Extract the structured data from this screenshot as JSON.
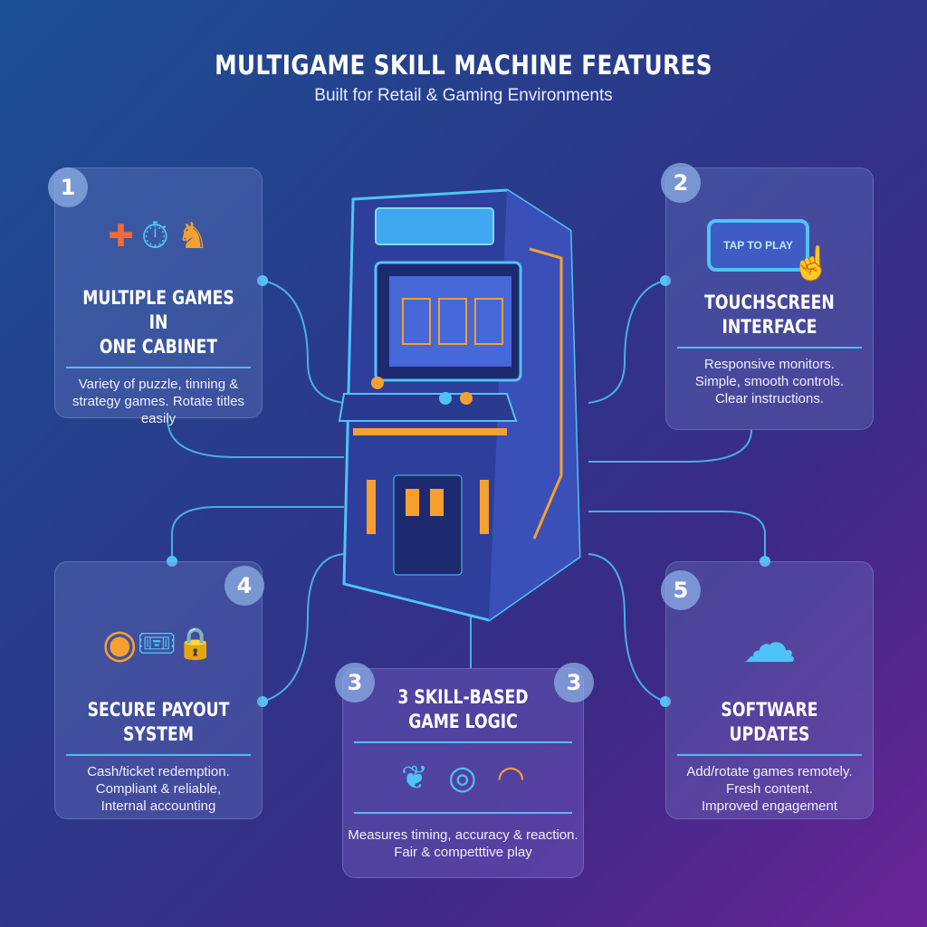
{
  "header": {
    "title": "MULTIGAME SKILL MACHINE FEATURES",
    "subtitle": "Built for Retail & Gaming Environments"
  },
  "colors": {
    "accent": "#4fc3f7",
    "orange": "#f5a031",
    "background_start": "#1c4f93",
    "background_end": "#6a2596"
  },
  "cards": [
    {
      "number": "1",
      "title_line1": "MULTIPLE GAMES IN",
      "title_line2": "ONE CABINET",
      "desc_line1": "Variety of puzzle, tinning &",
      "desc_line2": "strategy games. Rotate titles easily",
      "icons": [
        "puzzle-icon",
        "stopwatch-icon",
        "chess-knight-icon"
      ]
    },
    {
      "number": "2",
      "title_line1": "TOUCHSCREEN",
      "title_line2": "INTERFACE",
      "screen_text": "TAP TO PLAY",
      "desc_line1": "Responsive monitors.",
      "desc_line2": "Simple, smooth controls.",
      "desc_line3": "Clear instructions.",
      "icons": [
        "touchscreen-icon",
        "hand-pointer-icon"
      ]
    },
    {
      "number": "3",
      "title_line1": "3 SKILL-BASED",
      "title_line2": "GAME LOGIC",
      "desc_line1": "Measures timing, accuracy & reaction.",
      "desc_line2": "Fair & competttive play",
      "icons": [
        "brain-icon",
        "target-icon",
        "speedometer-icon"
      ]
    },
    {
      "number": "4",
      "title_line1": "SECURE PAYOUT",
      "title_line2": "SYSTEM",
      "desc_line1": "Cash/ticket redemption.",
      "desc_line2": "Compliant & reliable,",
      "desc_line3": "Internal accounting",
      "icons": [
        "coins-icon",
        "ticket-icon",
        "lock-icon"
      ]
    },
    {
      "number": "5",
      "title_line1": "SOFTWARE",
      "title_line2": "UPDATES",
      "desc_line1": "Add/rotate games remotely.",
      "desc_line2": "Fresh content.",
      "desc_line3": "Improved engagement",
      "icons": [
        "cloud-upload-icon"
      ]
    }
  ]
}
